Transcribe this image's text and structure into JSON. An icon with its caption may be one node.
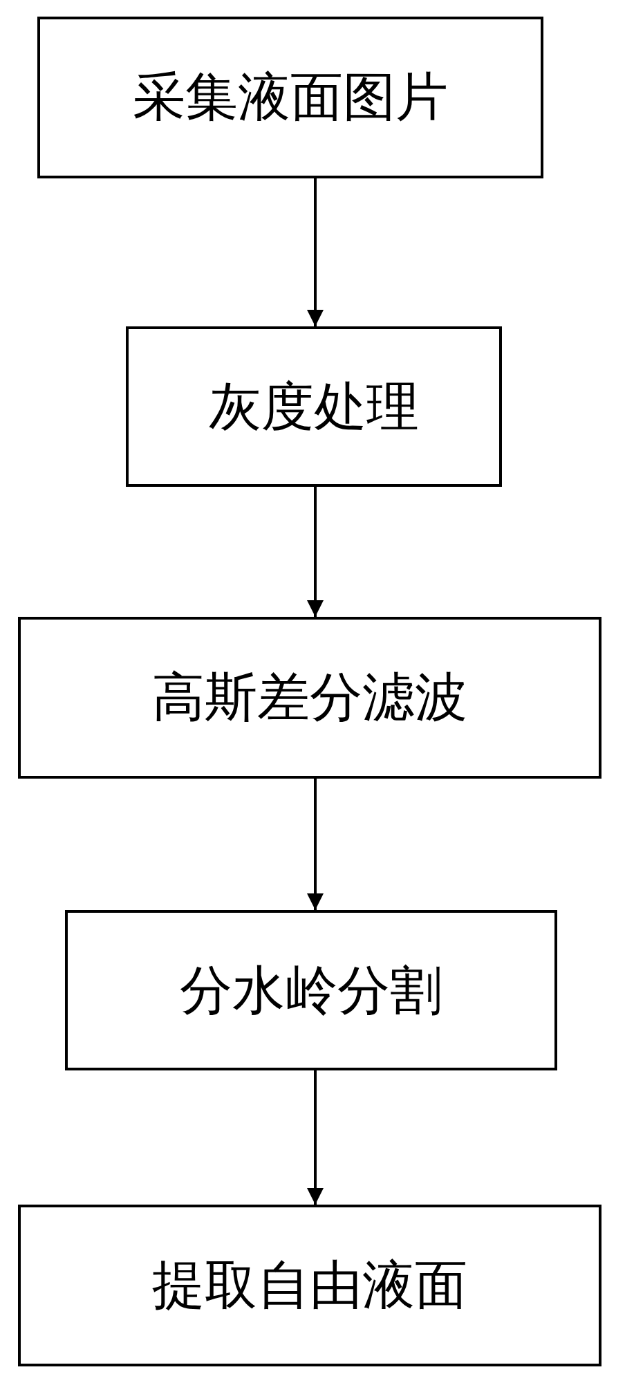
{
  "diagram": {
    "nodes": [
      {
        "text": [
          "采集液面图片"
        ]
      },
      {
        "text": [
          "灰度处理"
        ]
      },
      {
        "text": [
          "高斯差分滤波"
        ]
      },
      {
        "text": [
          "分水岭分割"
        ]
      },
      {
        "text": [
          "提取自由液面"
        ]
      }
    ],
    "edges": [
      {
        "from": 0,
        "to": 1,
        "arrow": "to"
      },
      {
        "from": 1,
        "to": 2,
        "arrow": "to"
      },
      {
        "from": 2,
        "to": 3,
        "arrow": "to"
      },
      {
        "from": 3,
        "to": 4,
        "arrow": "to"
      }
    ]
  }
}
